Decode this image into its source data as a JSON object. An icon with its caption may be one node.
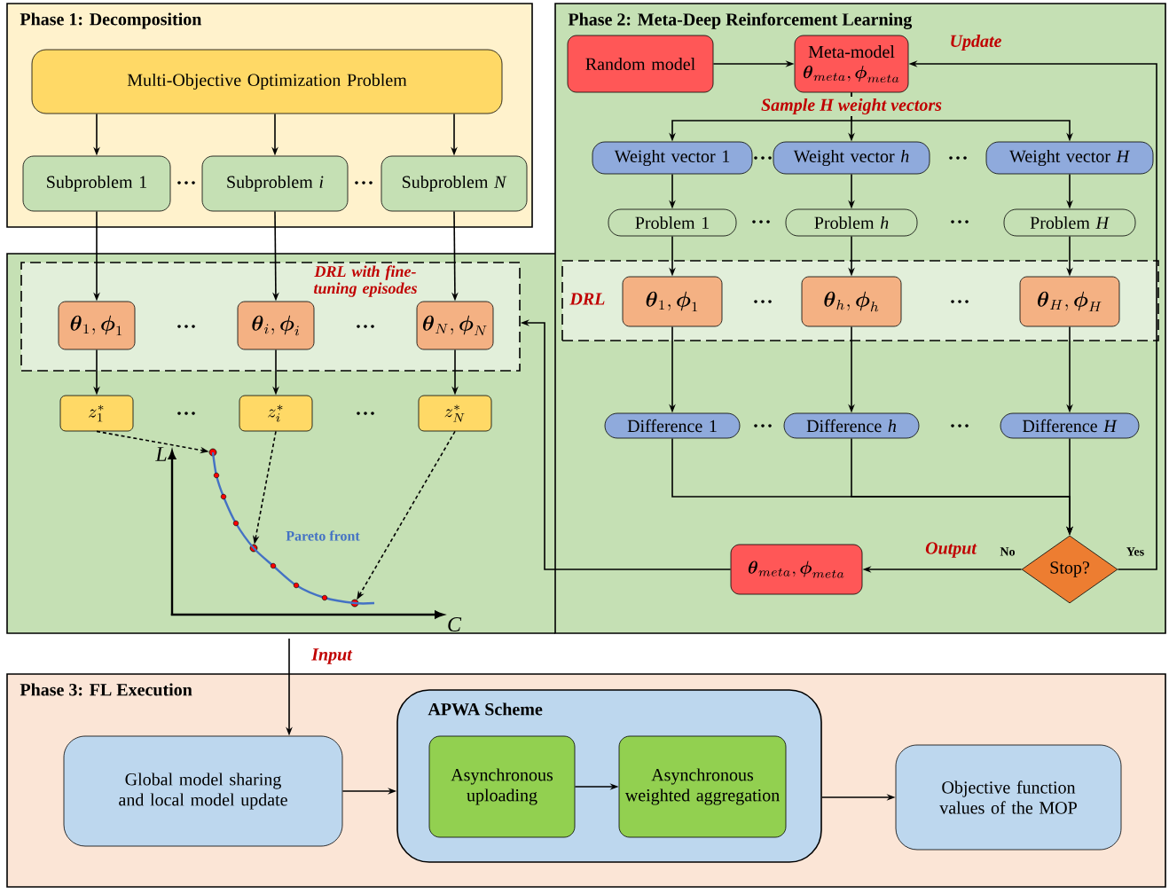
{
  "diagram": {
    "nodes": [
      {
        "text": [
          "Phase 1: Decomposition"
        ]
      },
      {
        "text": [
          "Multi-Objective Optimization Problem"
        ],
        "in": 0
      },
      {
        "text": [
          "Subproblem 1"
        ],
        "in": 0
      },
      {
        "text": [
          "Subproblem *i*"
        ],
        "in": 0
      },
      {
        "text": [
          "Subproblem *N*"
        ],
        "in": 0
      },
      {
        "text": [
          "Phase 2: Meta-Deep Reinforcement Learning"
        ]
      },
      {
        "text": [
          "Random model"
        ],
        "in": 5
      },
      {
        "text": [
          "Meta-model",
          "\\boldsymbol{\\theta}_{meta},\\boldsymbol{\\phi}_{meta}"
        ],
        "in": 5
      },
      {
        "text": [
          "Weight vector 1"
        ],
        "in": 5
      },
      {
        "text": [
          "Weight vector *h*"
        ],
        "in": 5
      },
      {
        "text": [
          "Weight vector *H*"
        ],
        "in": 5
      },
      {
        "text": [
          "Problem 1"
        ],
        "in": 5
      },
      {
        "text": [
          "Problem *h*"
        ],
        "in": 5
      },
      {
        "text": [
          "Problem *H*"
        ],
        "in": 5
      },
      {
        "text": [
          "DRL with fine-tuning episodes"
        ]
      },
      {
        "text": [
          "\\boldsymbol{\\theta}_{1},\\boldsymbol{\\phi}_{1}"
        ],
        "in": 14
      },
      {
        "text": [
          "\\boldsymbol{\\theta}_{i},\\boldsymbol{\\phi}_{i}"
        ],
        "in": 14
      },
      {
        "text": [
          "\\boldsymbol{\\theta}_{N},\\boldsymbol{\\phi}_{N}"
        ],
        "in": 14
      },
      {
        "text": [
          "DRL"
        ],
        "in": 5
      },
      {
        "text": [
          "\\boldsymbol{\\theta}_{1},\\boldsymbol{\\phi}_{1}"
        ],
        "in": 18
      },
      {
        "text": [
          "\\boldsymbol{\\theta}_{h},\\boldsymbol{\\phi}_{h}"
        ],
        "in": 18
      },
      {
        "text": [
          "\\boldsymbol{\\theta}_{H},\\boldsymbol{\\phi}_{H}"
        ],
        "in": 18
      },
      {
        "text": [
          "Difference 1"
        ],
        "in": 5
      },
      {
        "text": [
          "Difference *h*"
        ],
        "in": 5
      },
      {
        "text": [
          "Difference *H*"
        ],
        "in": 5
      },
      {
        "text": [
          "Stop?"
        ],
        "in": 5,
        "beside": [
          "No",
          "Yes"
        ]
      },
      {
        "text": [
          "\\boldsymbol{\\theta}_{meta},\\boldsymbol{\\phi}_{meta}"
        ],
        "in": 5
      },
      {
        "text": [
          "z_{1}^{*}"
        ]
      },
      {
        "text": [
          "z_{i}^{*}"
        ]
      },
      {
        "text": [
          "z_{N}^{*}"
        ]
      },
      {
        "text": [],
        "shape": "circle"
      },
      {
        "text": [],
        "shape": "circle"
      },
      {
        "text": [],
        "shape": "circle"
      },
      {
        "text": [
          "Phase 3: FL Execution"
        ]
      },
      {
        "text": [
          "Global model sharing and local model update"
        ],
        "in": 33
      },
      {
        "text": [
          "APWA Scheme"
        ],
        "in": 33
      },
      {
        "text": [
          "Asynchronous uploading"
        ],
        "in": 35
      },
      {
        "text": [
          "Asynchronous weighted aggregation"
        ],
        "in": 35
      },
      {
        "text": [
          "Objective function values of the MOP"
        ],
        "in": 33
      }
    ],
    "edges": [
      {
        "from": 1,
        "to": 2,
        "arrow": "to"
      },
      {
        "from": 1,
        "to": 3,
        "arrow": "to"
      },
      {
        "from": 1,
        "to": 4,
        "arrow": "to"
      },
      {
        "from": 2,
        "to": 15,
        "arrow": "to"
      },
      {
        "from": 3,
        "to": 16,
        "arrow": "to"
      },
      {
        "from": 4,
        "to": 17,
        "arrow": "to"
      },
      {
        "from": 15,
        "to": 27,
        "arrow": "to"
      },
      {
        "from": 16,
        "to": 28,
        "arrow": "to"
      },
      {
        "from": 17,
        "to": 29,
        "arrow": "to"
      },
      {
        "from": 27,
        "to": 30,
        "arrow": "to",
        "style": "dashed"
      },
      {
        "from": 28,
        "to": 31,
        "arrow": "to",
        "style": "dashed"
      },
      {
        "from": 29,
        "to": 32,
        "arrow": "to",
        "style": "dashed"
      },
      {
        "from": 6,
        "to": 7,
        "arrow": "to"
      },
      {
        "from": 7,
        "to": 8,
        "arrow": "to"
      },
      {
        "from": 7,
        "to": 9,
        "arrow": "to",
        "label": "Sample H weight vectors"
      },
      {
        "from": 7,
        "to": 10,
        "arrow": "to"
      },
      {
        "from": 8,
        "to": 11,
        "arrow": "to"
      },
      {
        "from": 9,
        "to": 12,
        "arrow": "to"
      },
      {
        "from": 10,
        "to": 13,
        "arrow": "to"
      },
      {
        "from": 11,
        "to": 19,
        "arrow": "to"
      },
      {
        "from": 12,
        "to": 20,
        "arrow": "to"
      },
      {
        "from": 13,
        "to": 21,
        "arrow": "to"
      },
      {
        "from": 19,
        "to": 22,
        "arrow": "to"
      },
      {
        "from": 20,
        "to": 23,
        "arrow": "to"
      },
      {
        "from": 21,
        "to": 24,
        "arrow": "to"
      },
      {
        "from": 22,
        "to": 25,
        "arrow": "to"
      },
      {
        "from": 23,
        "to": 25,
        "arrow": "to"
      },
      {
        "from": 24,
        "to": 25,
        "arrow": "to"
      },
      {
        "from": 25,
        "to": 26,
        "arrow": "to",
        "label": "Output"
      },
      {
        "from": 25,
        "to": 7,
        "arrow": "to",
        "label": "Update"
      },
      {
        "from": 26,
        "to": 14,
        "arrow": "to"
      },
      {
        "from": null,
        "to": 34,
        "arrow": "to",
        "label": "Input"
      },
      {
        "from": 34,
        "to": 35,
        "arrow": "to"
      },
      {
        "from": 36,
        "to": 37,
        "arrow": "to"
      },
      {
        "from": 35,
        "to": 38,
        "arrow": "to"
      }
    ],
    "labels": [
      "L",
      "Pareto front",
      "C"
    ]
  }
}
